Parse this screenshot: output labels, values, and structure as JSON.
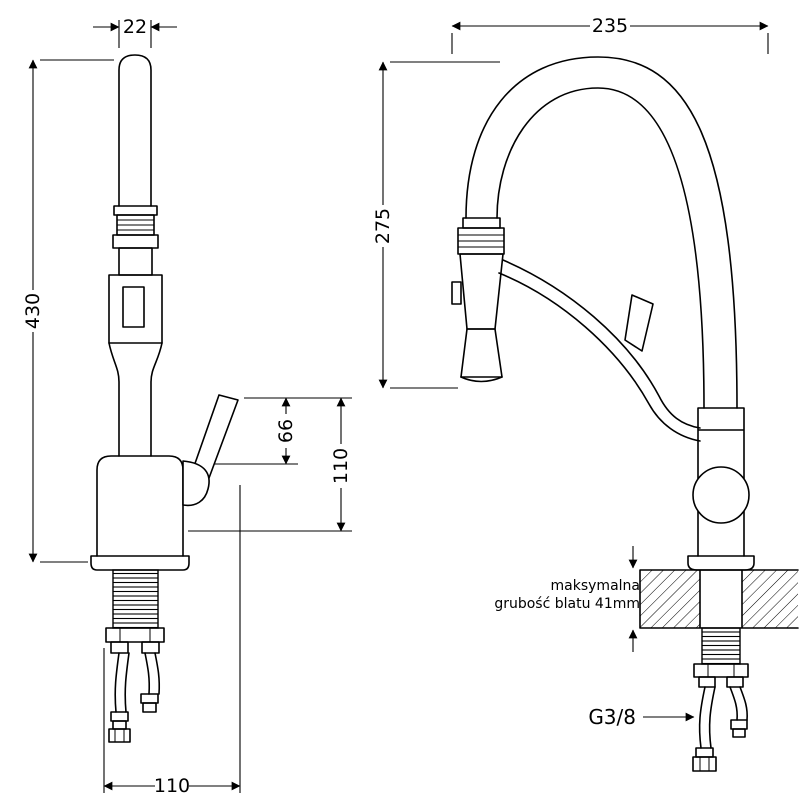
{
  "page": {
    "background_color": "#ffffff",
    "line_color": "#000000"
  },
  "left_view": {
    "dim_height": "430",
    "dim_spout_width": "22",
    "dim_handle_height": "66",
    "dim_handle_depth": "110",
    "dim_base_depth": "110"
  },
  "right_view": {
    "dim_reach": "235",
    "dim_spout_height": "275",
    "counter_note_line1": "maksymalna",
    "counter_note_line2": "grubość blatu 41mm",
    "thread_size": "G3/8"
  }
}
